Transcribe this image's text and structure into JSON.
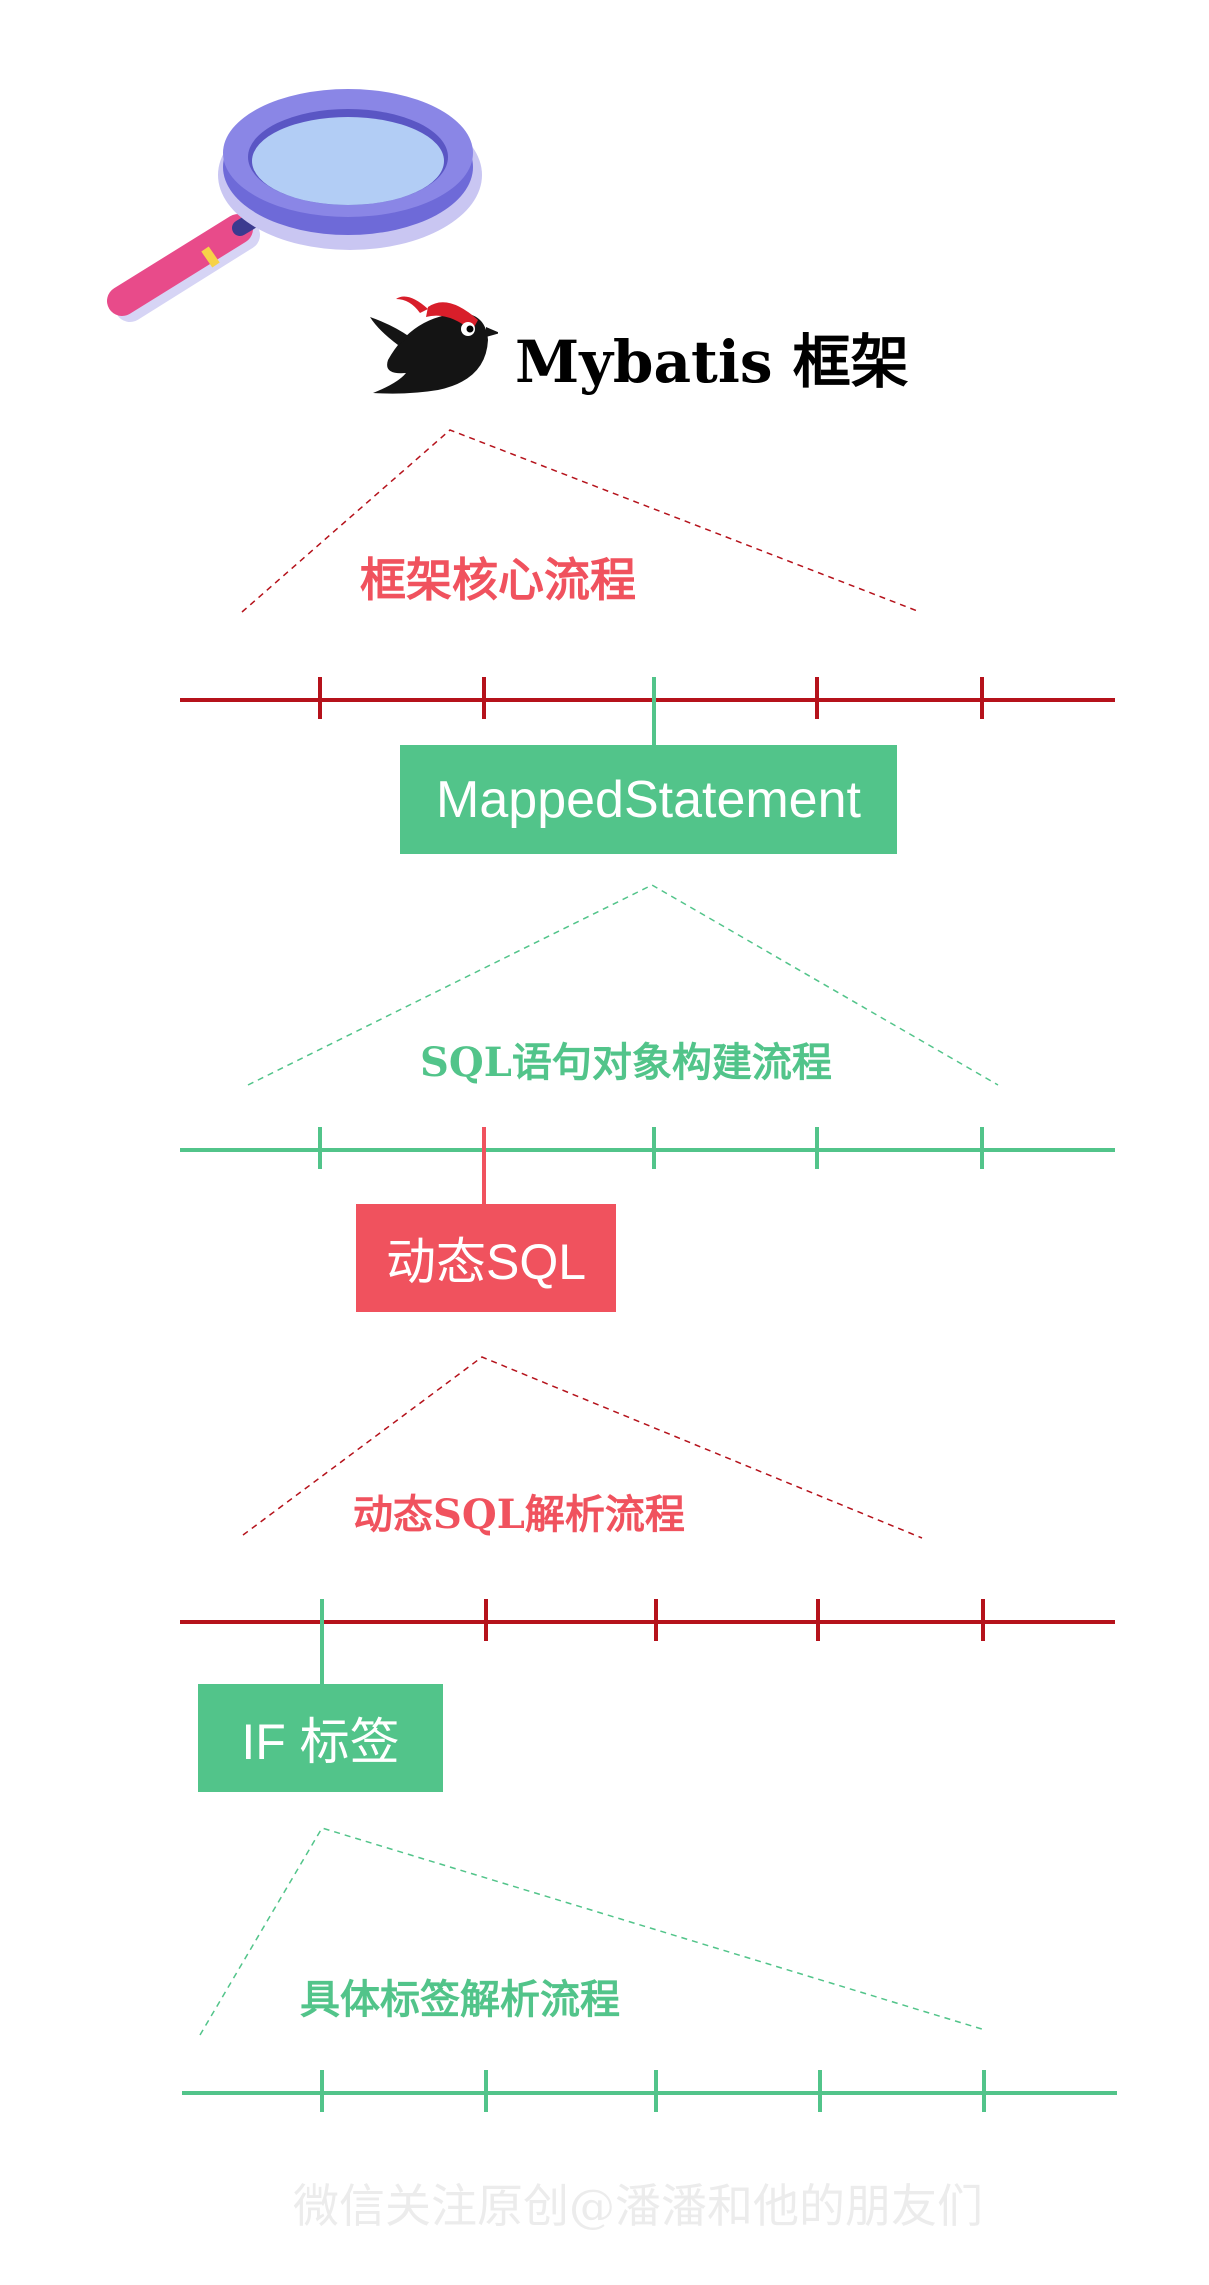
{
  "header": {
    "title": "Mybatis 框架"
  },
  "colors": {
    "red": "#f0525e",
    "dark_red": "#b5121b",
    "green": "#52c48a",
    "magnifier_lens": "#7b76de",
    "magnifier_handle": "#e84b8a"
  },
  "icons": {
    "magnifier": "magnifying-glass-icon",
    "logo": "mybatis-bird-icon"
  },
  "levels": [
    {
      "label": "框架核心流程",
      "label_color": "red",
      "node": "MappedStatement",
      "node_color": "green",
      "selected_tick": 3
    },
    {
      "label": "SQL语句对象构建流程",
      "label_color": "green",
      "node": "动态SQL",
      "node_color": "red",
      "selected_tick": 2
    },
    {
      "label": "动态SQL解析流程",
      "label_color": "red",
      "node": "IF 标签",
      "node_color": "green",
      "selected_tick": 1
    },
    {
      "label": "具体标签解析流程",
      "label_color": "green"
    }
  ],
  "watermark": "微信关注原创@潘潘和他的朋友们"
}
